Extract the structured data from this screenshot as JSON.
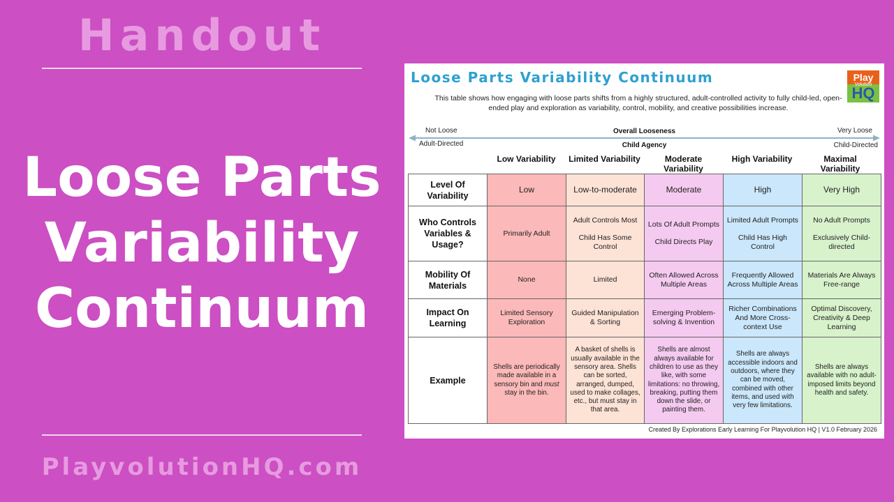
{
  "left": {
    "label": "Handout",
    "title": "Loose Parts Variability Continuum",
    "site": "PlayvolutionHQ.com"
  },
  "doc": {
    "title": "Loose Parts Variability Continuum",
    "logo": {
      "top": "Play",
      "mid": "Volution",
      "bottom": "HQ"
    },
    "description": "This table shows how engaging with loose parts shifts from a highly structured, adult-controlled activity to fully child-led, open-ended play and exploration as variability, control, mobility, and creative possibilities increase.",
    "axis": {
      "left_top": "Not Loose",
      "left_bottom": "Adult-Directed",
      "center_top": "Overall Looseness",
      "center_bottom": "Child Agency",
      "right_top": "Very Loose",
      "right_bottom": "Child-Directed"
    },
    "columns": [
      "Low Variability",
      "Limited Variability",
      "Moderate Variability",
      "High Variability",
      "Maximal Variability"
    ],
    "rows": [
      {
        "header": "Level Of Variability",
        "cells": [
          "Low",
          "Low-to-moderate",
          "Moderate",
          "High",
          "Very High"
        ]
      },
      {
        "header": "Who Controls Variables & Usage?",
        "cells": [
          [
            "Primarily Adult"
          ],
          [
            "Adult Controls Most",
            "Child Has Some Control"
          ],
          [
            "Lots Of Adult Prompts",
            "Child Directs Play"
          ],
          [
            "Limited Adult Prompts",
            "Child Has High Control"
          ],
          [
            "No Adult Prompts",
            "Exclusively Child-directed"
          ]
        ]
      },
      {
        "header": "Mobility Of Materials",
        "cells": [
          "None",
          "Limited",
          "Often Allowed Across Multiple Areas",
          "Frequently Allowed Across Multiple Areas",
          "Materials Are Always Free-range"
        ]
      },
      {
        "header": "Impact On Learning",
        "cells": [
          "Limited Sensory Exploration",
          "Guided Manipulation & Sorting",
          "Emerging Problem-solving & Invention",
          "Richer Combinations And More Cross-context Use",
          "Optimal Discovery, Creativity & Deep Learning"
        ]
      },
      {
        "header": "Example",
        "cells": [
          "Shells are periodically made available in a sensory bin and must stay in the bin.",
          "A basket of shells is usually available in the sensory area. Shells can be sorted, arranged, dumped, used to make collages, etc., but must stay in that area.",
          "Shells are almost always available for children to use as they like, with some limitations: no throwing, breaking, putting them down the slide, or painting them.",
          "Shells are always accessible indoors and outdoors, where they can be moved, combined with other items, and used with very few limitations.",
          "Shells are always available with no adult-imposed limits beyond health and safety."
        ]
      }
    ],
    "example_emphasis": "must",
    "credit": "Created By Explorations Early Learning For Playvolution HQ | V1.0 February 2026",
    "colors": {
      "low": "#fcb9b9",
      "limited": "#fde2d6",
      "moderate": "#f5caf0",
      "high": "#cbe7fb",
      "maximal": "#d8f2cc",
      "title": "#2ea0d0",
      "background": "#cc4fc3"
    }
  }
}
